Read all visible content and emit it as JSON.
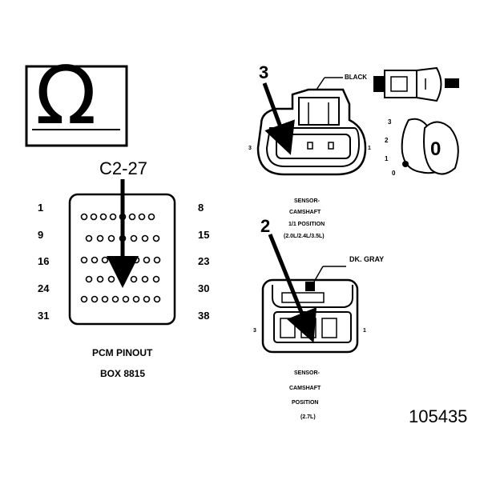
{
  "ohm_symbol": "Ω",
  "pcm": {
    "callout": "C2-27",
    "left_pins": [
      "1",
      "9",
      "16",
      "24",
      "31"
    ],
    "right_pins": [
      "8",
      "15",
      "23",
      "30",
      "38"
    ],
    "caption_line1": "PCM PINOUT",
    "caption_line2": "BOX 8815"
  },
  "sensor_top": {
    "pin_callout": "3",
    "wire_color": "BLACK",
    "side_left": "3",
    "side_right": "1",
    "caption_line1": "SENSOR-",
    "caption_line2": "CAMSHAFT",
    "caption_line3": "1/1 POSITION",
    "caption_line4": "(2.0L/2.4L/3.5L)"
  },
  "clip_side": {
    "labels": [
      "3",
      "2",
      "1",
      "0"
    ],
    "key_label": "0"
  },
  "sensor_bottom": {
    "pin_callout": "2",
    "wire_color": "DK. GRAY",
    "side_left": "3",
    "side_right": "1",
    "caption_line1": "SENSOR-",
    "caption_line2": "CAMSHAFT",
    "caption_line3": "POSITION",
    "caption_line4": "(2.7L)"
  },
  "figure_number": "105435"
}
